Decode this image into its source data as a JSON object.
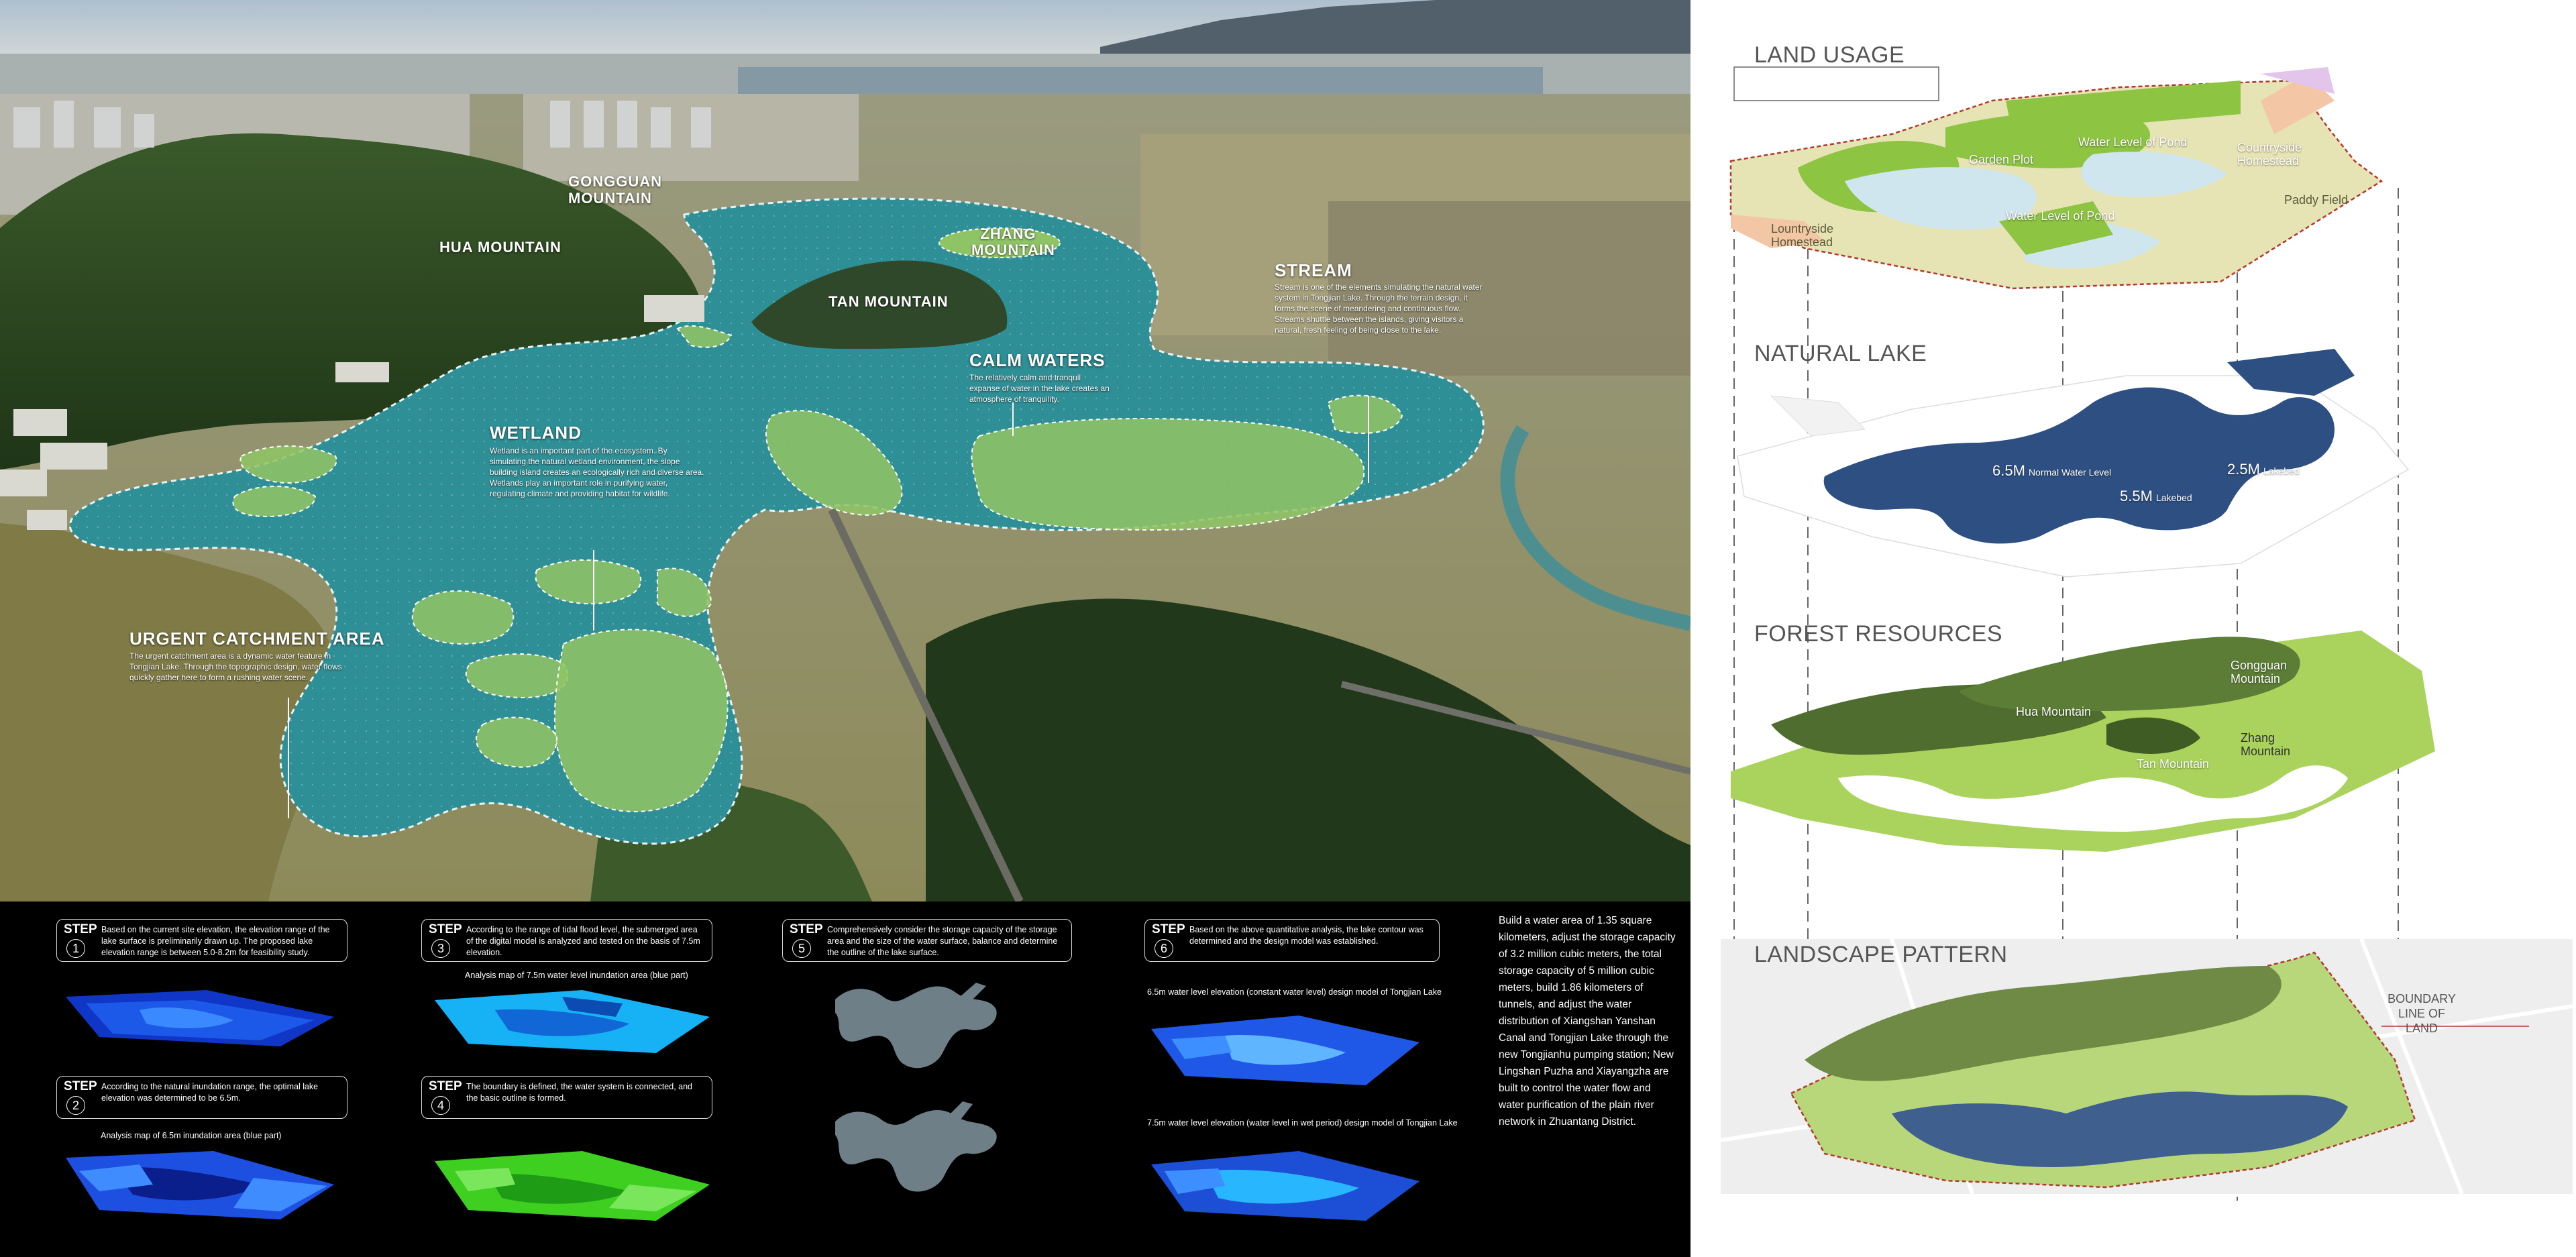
{
  "aerial": {
    "mountains": {
      "gongguan": "GONGGUAN MOUNTAIN",
      "hua": "HUA MOUNTAIN",
      "zhang": "ZHANG MOUNTAIN",
      "tan": "TAN MOUNTAIN"
    },
    "stream": {
      "title": "STREAM",
      "text": "Stream is one of the elements simulating the natural water system in Tongjian Lake. Through the terrain design, it forms the scene of meandering and continuous flow. Streams shuttle between the islands, giving visitors a natural, fresh feeling of being close to the lake."
    },
    "calm": {
      "title": "CALM WATERS",
      "text": "The relatively calm and tranquil expanse of water in the lake creates an atmosphere of tranquility."
    },
    "wetland": {
      "title": "WETLAND",
      "text": "Wetland is an important part of the ecosystem. By simulating the natural wetland environment, the slope building island creates an ecologically rich and diverse area. Wetlands play an important role in purifying water, regulating climate and providing habitat for wildlife."
    },
    "urgent": {
      "title": "URGENT CATCHMENT AREA",
      "text": "The urgent catchment area is a dynamic water feature in Tongjian Lake. Through the topographic design, water flows quickly gather here to form a rushing water scene."
    }
  },
  "steps": {
    "step_word": "STEP",
    "s1": {
      "num": "1",
      "text": "Based on the current site elevation, the elevation range of the lake surface is preliminarily drawn up. The proposed lake elevation range is between 5.0-8.2m for feasibility study."
    },
    "s2": {
      "num": "2",
      "text": "According to the natural inundation range, the optimal lake elevation was determined to be 6.5m.",
      "caption": "Analysis map of 6.5m inundation area (blue part)"
    },
    "s3": {
      "num": "3",
      "text": "According to the range of tidal flood level, the submerged area of the digital model is analyzed and tested on the basis of 7.5m elevation.",
      "caption": "Analysis map of 7.5m water level inundation area (blue part)"
    },
    "s4": {
      "num": "4",
      "text": "The boundary is defined, the water system is connected, and the basic outline is formed."
    },
    "s5": {
      "num": "5",
      "text": "Comprehensively consider the storage capacity of the storage area and the size of the water surface, balance and determine the outline of the lake surface."
    },
    "s6": {
      "num": "6",
      "text": "Based on the above quantitative analysis, the lake contour was determined and the design model was established.",
      "caption_a": "6.5m water level elevation (constant water level) design model of Tongjian Lake",
      "caption_b": "7.5m water level elevation (water level in wet period) design model of Tongjian Lake"
    }
  },
  "summary": "Build a water area of 1.35 square kilometers, adjust the storage capacity of 3.2 million cubic meters, the total storage capacity of 5 million cubic meters, build 1.86 kilometers of tunnels, and adjust the water distribution of Xiangshan Yanshan Canal and Tongjian Lake through the new Tongjianhu pumping station; New Lingshan Puzha and Xiayangzha are built to control the water flow and water purification of the plain river network in Zhuantang District.",
  "layers": {
    "land_usage": {
      "title": "LAND USAGE",
      "labels": {
        "garden_plot": "Garden Plot",
        "water_level_top": "Water Level of Pond",
        "countryside_top": "Countryside Homestead",
        "water_level_bottom": "Water Level of Pond",
        "countryside_left": "Lountryside Homestead",
        "paddy": "Paddy Field"
      }
    },
    "natural_lake": {
      "title": "NATURAL LAKE",
      "labels": {
        "normal_num": "6.5M",
        "normal_text": "Normal Water Level",
        "lakebed_num": "5.5M",
        "lakebed_text": "Lakebed",
        "lakebed2_num": "2.5M",
        "lakebed2_text": "Lakebed"
      }
    },
    "forest": {
      "title": "FOREST RESOURCES",
      "labels": {
        "gongguan": "Gongguan Mountain",
        "hua": "Hua Mountain",
        "tan": "Tan Mountain",
        "zhang": "Zhang Mountain"
      }
    },
    "landscape": {
      "title": "LANDSCAPE PATTERN",
      "boundary": "BOUNDARY LINE OF LAND"
    }
  },
  "colors": {
    "lake_teal": "#2f8f96",
    "island_green": "#8fc466",
    "forest_dark": "#2f4a22",
    "navy_lake": "#2d4f82",
    "lime_green": "#a9d35c",
    "boundary_red": "#c0392b"
  }
}
